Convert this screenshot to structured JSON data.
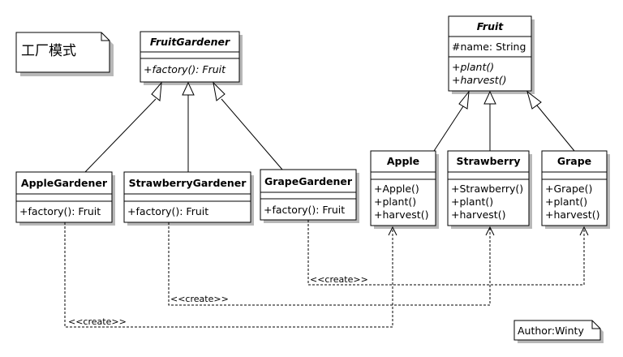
{
  "note_title": "工厂模式",
  "author": "Author:Winty",
  "stereotype": "<<create>>",
  "classes": {
    "fruit_gardener": {
      "name": "FruitGardener",
      "methods": [
        "+factory(): Fruit"
      ]
    },
    "apple_gardener": {
      "name": "AppleGardener",
      "methods": [
        "+factory(): Fruit"
      ]
    },
    "strawberry_gardener": {
      "name": "StrawberryGardener",
      "methods": [
        "+factory(): Fruit"
      ]
    },
    "grape_gardener": {
      "name": "GrapeGardener",
      "methods": [
        "+factory(): Fruit"
      ]
    },
    "fruit": {
      "name": "Fruit",
      "attributes": [
        "#name: String"
      ],
      "methods": [
        "+plant()",
        "+harvest()"
      ]
    },
    "apple": {
      "name": "Apple",
      "methods": [
        "+Apple()",
        "+plant()",
        "+harvest()"
      ]
    },
    "strawberry": {
      "name": "Strawberry",
      "methods": [
        "+Strawberry()",
        "+plant()",
        "+harvest()"
      ]
    },
    "grape": {
      "name": "Grape",
      "methods": [
        "+Grape()",
        "+plant()",
        "+harvest()"
      ]
    }
  }
}
